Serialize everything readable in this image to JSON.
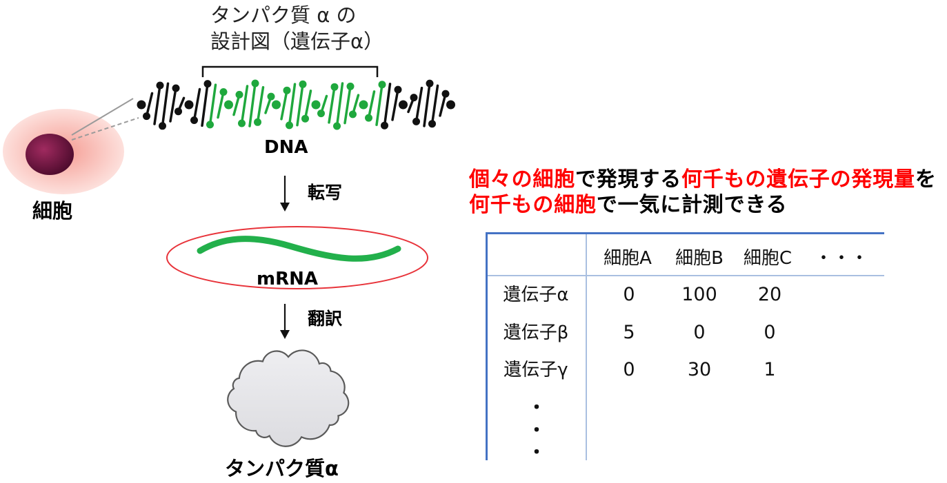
{
  "gene_caption": {
    "line1": "タンパク質 α の",
    "line2": "設計図（遺伝子α）"
  },
  "cell": {
    "label": "細胞"
  },
  "dna": {
    "label": "DNA"
  },
  "steps": {
    "transcription": "転写",
    "translation": "翻訳"
  },
  "mrna": {
    "label": "mRNA"
  },
  "protein": {
    "label": "タンパク質α"
  },
  "headline": {
    "line1": [
      {
        "text": "個々の細胞",
        "highlight": true
      },
      {
        "text": "で発現する",
        "highlight": false
      },
      {
        "text": "何千もの遺伝子の発現量",
        "highlight": true
      },
      {
        "text": "を",
        "highlight": false
      }
    ],
    "line2": [
      {
        "text": "何千もの細胞",
        "highlight": true
      },
      {
        "text": "で一気に計測できる",
        "highlight": false
      }
    ]
  },
  "table": {
    "columns": [
      "細胞A",
      "細胞B",
      "細胞C",
      "・・・"
    ],
    "rows": [
      {
        "gene": "遺伝子α",
        "values": [
          "0",
          "100",
          "20"
        ]
      },
      {
        "gene": "遺伝子β",
        "values": [
          "5",
          "0",
          "0"
        ]
      },
      {
        "gene": "遺伝子γ",
        "values": [
          "0",
          "30",
          "1"
        ]
      }
    ],
    "more_rows": [
      "・",
      "・",
      "・"
    ]
  },
  "colors": {
    "highlight": "#ff0000",
    "text": "#000000",
    "gene_green": "#1fa83d",
    "mrna_ring": "#e8333a",
    "mrna_strand": "#22b04b",
    "table_border": "#4472c4",
    "table_grid": "#a9bfe0",
    "cell_body": "#f59d94",
    "nucleus": "#a02a5f",
    "protein_fill": "#dcdce0",
    "protein_outline": "#5a5a5a"
  }
}
